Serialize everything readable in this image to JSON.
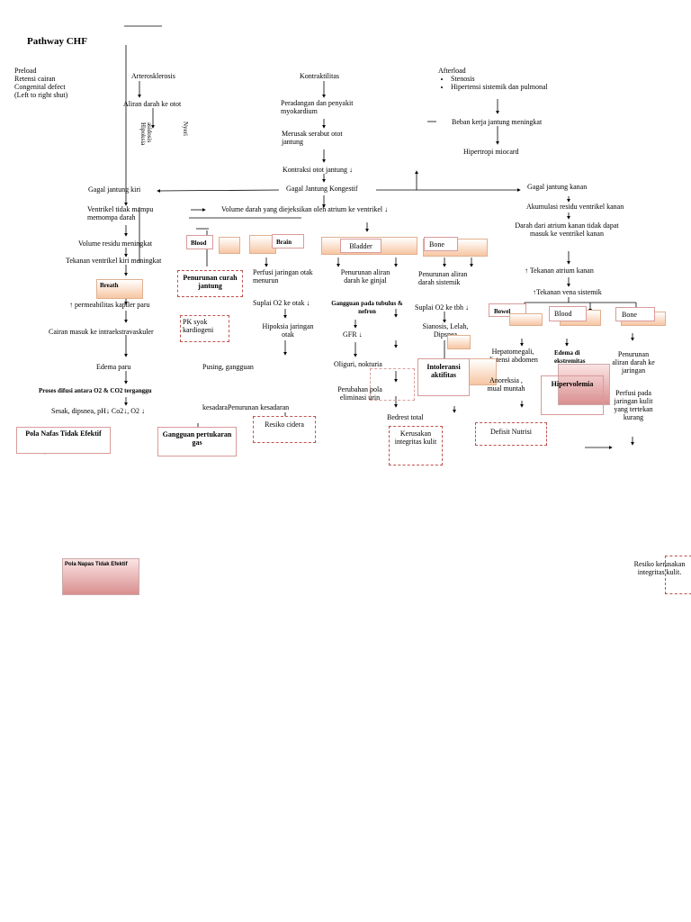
{
  "title": "Pathway CHF",
  "left_causes": [
    "Preload",
    "Retensi cairan",
    "Congenital defect",
    "(Left to right shut)"
  ],
  "arterosklerosis": "Arterosklerosis",
  "aliran_darah": "Aliran darah ke otot",
  "hipoksia_v": "Hipoksia",
  "asidosis_v": "asidosis",
  "nyeri_v": "Nyeri",
  "kontraktilitas": "Kontraktilitas",
  "peradangan": "Peradangan dan penyakit myokardium",
  "merusak": "Merusak serabut otot jantung",
  "kontraksi": "Kontraksi otot jantung ↓",
  "afterload": "Afterload",
  "afterload_items": [
    "Stenosis",
    "Hipertensi sistemik dan pulmonal"
  ],
  "beban_kerja": "Beban kerja jantung meningkat",
  "hipertropi": "Hipertropi miocard",
  "gagal_kiri": "Gagal jantung kiri",
  "gagal_kongestif": "Gagal Jantung Kongestif",
  "gagal_kanan": "Gagal jantung kanan",
  "ventrikel": "Ventrikel tidak mampu memompa darah",
  "volume_darah": "Volume darah yang diejeksikan oleh atrium ke ventrikel ↓",
  "akumulasi": "Akumulasi residu ventrikel kanan",
  "volume_residu": "Volume residu meningkat",
  "tekanan_ventrikel": "Tekanan ventrikel kiri meningkat",
  "darah_atrium": "Darah dari atrium kanan tidak dapat masuk ke ventrikel kanan",
  "labels_boxes": {
    "blood1": "Blood",
    "brain": "Brain",
    "bladder": "Bladder",
    "bone1": "Bone",
    "breath": "Breath",
    "bowel": "Bowel",
    "blood2": "Blood",
    "bone2": "Bone"
  },
  "penurunan_curah": "Penurunan curah jantung",
  "perfusi_otak": "Perfusi jaringan otak menurun",
  "penurunan_ginjal": "Penurunan aliran darah ke ginjal",
  "penurunan_sistemik": "Penurunan aliran darah sistemik",
  "tekanan_atrium": "↑ Tekanan atrium kanan",
  "tekanan_vena": "↑Tekanan vena sistemik",
  "permeabilitas": "↑ permeabilitas kapiler paru",
  "suplai_otak": "Suplai O2 ke otak ↓",
  "gangguan_tubulus": "Gangguan pada tubulus & nefron",
  "suplai_tbh": "Suplai O2 ke tbh ↓",
  "pk_syok": "PK syok kardiogeni",
  "cairan_masuk": "Cairan masuk ke intraekstravaskuler",
  "hipoksia_otak": "Hipoksia jaringan otak",
  "gfr": "GFR ↓",
  "sianosis": "Sianosis, Lelah, Dipsnea",
  "hepatomegali": "Hepatomegali, distensi abdomen",
  "edema_ekstremitas": "Edema di ekstremitas",
  "penurunan_jaringan": "Penurunan aliran darah ke jaringan",
  "edema_paru": "Edema paru",
  "pusing": "Pusing, gangguan",
  "oliguri": "Oliguri, nokturia",
  "intoleransi": "Intoleransi aktifitas",
  "anoreksia": "Anoreksia , mual muntah",
  "hipervolemia": "Hipervolemia",
  "perfusi_kulit": "Perfusi pada jaringan kulit yang tertekan kurang",
  "proses_difusi": "Proses difusi antara O2 & CO2 terganggu",
  "perubahan_pola": "Perubahan pola eliminasi urin",
  "sesak": "Sesak, dipsnea, pH↓ Co2↓, O2 ↓",
  "kesadaran": "kesadaraPenurunan kesadaran",
  "bedrest": "Bedrest total",
  "pola_napas": "Pola Nafas Tidak Efektif",
  "gangguan_pertukaran": "Gangguan pertukaran gas",
  "resiko_cidera": "Resiko cidera",
  "kerusakan_kulit": "Kerusakan integritas kulit",
  "defisit_nutrisi": "Defisit Nutrisi",
  "pola_napas_lower": "Pola Napas Tidak Efektif",
  "resiko_kerusakan": "Resiko kerusakan integritas kulit."
}
